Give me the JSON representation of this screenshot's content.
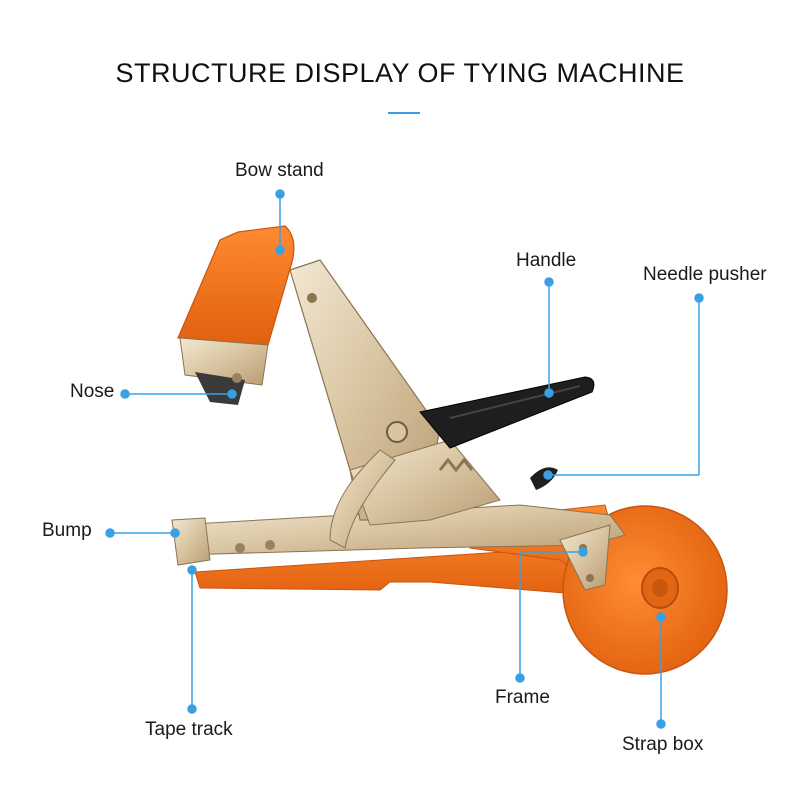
{
  "title": "STRUCTURE DISPLAY OF TYING MACHINE",
  "colors": {
    "accent": "#3aa0e4",
    "orange": "#f0731e",
    "orange_dark": "#d85a10",
    "metal": "#e2d2b6",
    "handle": "#1e1e1e"
  },
  "labels": {
    "bow_stand": "Bow stand",
    "handle": "Handle",
    "needle_pusher": "Needle pusher",
    "nose": "Nose",
    "bump": "Bump",
    "frame": "Frame",
    "tape_track": "Tape track",
    "strap_box": "Strap box"
  }
}
